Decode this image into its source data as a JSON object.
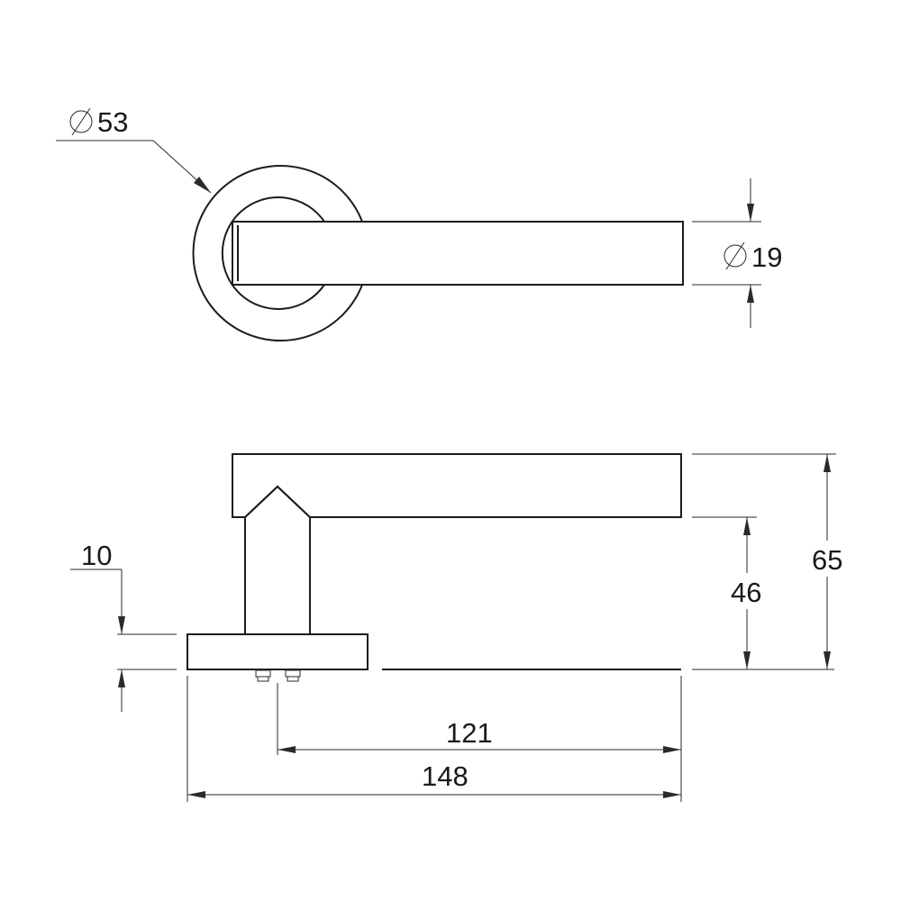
{
  "diagram": {
    "ink_color": "#1c1c1c",
    "background_color": "#ffffff",
    "dimensions": {
      "rose_diameter": "53",
      "lever_diameter": "19",
      "rose_thickness": "10",
      "lever_underside_height": "46",
      "overall_height": "65",
      "spindle_projection": "121",
      "overall_length": "148"
    },
    "diameter_symbol_icon": "diameter-symbol-icon"
  }
}
